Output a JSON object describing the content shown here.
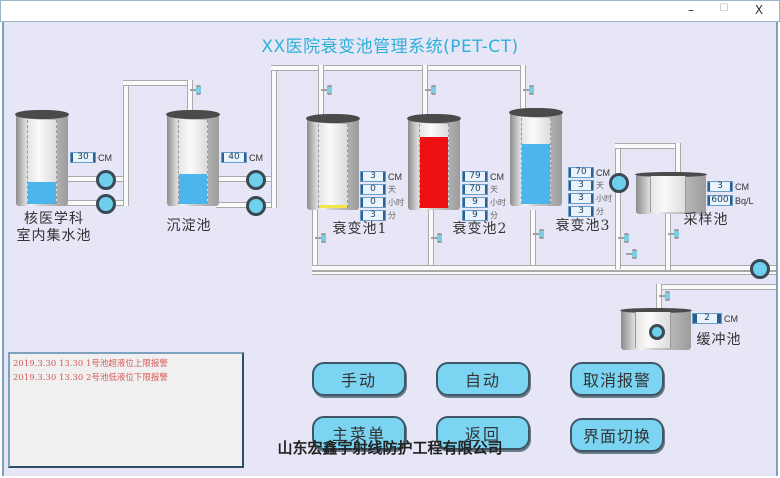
{
  "window": {
    "minimize": "–",
    "maximize": "☐",
    "close": "X"
  },
  "app_title": "XX医院衰变池管理系统(PET-CT)",
  "colors": {
    "background": "#e6e6f7",
    "title": "#2fb0d8",
    "water": "#4db5ee",
    "alarm_red": "#ee1111",
    "low_yellow": "#f2e64a",
    "button": "#7ad4f2",
    "alarm_text": "#d65a5a"
  },
  "tanks": {
    "collection": {
      "label_line1": "核医学科",
      "label_line2": "室内集水池",
      "level": "30",
      "level_unit": "CM",
      "fill_percent": 26
    },
    "sediment": {
      "label": "沉淀池",
      "level": "40",
      "level_unit": "CM",
      "fill_percent": 36
    },
    "decay1": {
      "label": "衰变池1",
      "level": "3",
      "days": "0",
      "hours": "0",
      "minutes": "3",
      "fill_percent": 3
    },
    "decay2": {
      "label": "衰变池2",
      "level": "79",
      "days": "70",
      "hours": "9",
      "minutes": "9",
      "fill_percent": 85
    },
    "decay3": {
      "label": "衰变池3",
      "level": "70",
      "days": "3",
      "hours": "3",
      "minutes": "3",
      "fill_percent": 70
    },
    "sampling": {
      "label": "采样池",
      "level": "3",
      "level_unit": "CM",
      "activity": "600",
      "activity_unit": "Bq/L"
    },
    "buffer": {
      "label": "缓冲池",
      "level": "2",
      "level_unit": "CM"
    }
  },
  "units": {
    "cm": "CM",
    "day": "天",
    "hour": "小时",
    "minute": "分"
  },
  "alarms": [
    "2019.3.30  13.30  1号池超液位上限报警",
    "2019.3.30  13.30  2号池低液位下限报警"
  ],
  "buttons": {
    "manual": "手动",
    "auto": "自动",
    "cancel_alarm": "取消报警",
    "main_menu": "主菜单",
    "back": "返回",
    "switch_view": "界面切换"
  },
  "footer": "山东宏鑫宇射线防护工程有限公司"
}
